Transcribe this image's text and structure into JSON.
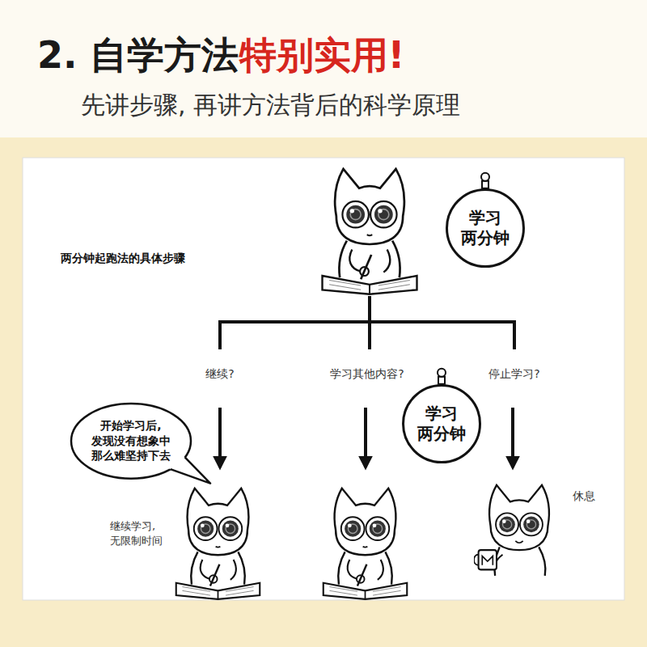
{
  "diagram": {
    "title": "2. 自学方法",
    "nodes": [
      {
        "text": [
          "学习 两分钟"
        ]
      },
      {
        "text": [
          "开始学习后, 发现没有想象中 那么难坚持下去"
        ]
      },
      {
        "text": [
          "学习 两分钟"
        ]
      }
    ],
    "labels": [
      "特别实用!",
      "先讲步骤, 再讲方法背后的科学原理",
      "两分钟起跑法的具体步骤",
      "继续?",
      "学习其他内容?",
      "停止学习?",
      "继续学习, 无限制时间",
      "休息"
    ]
  }
}
